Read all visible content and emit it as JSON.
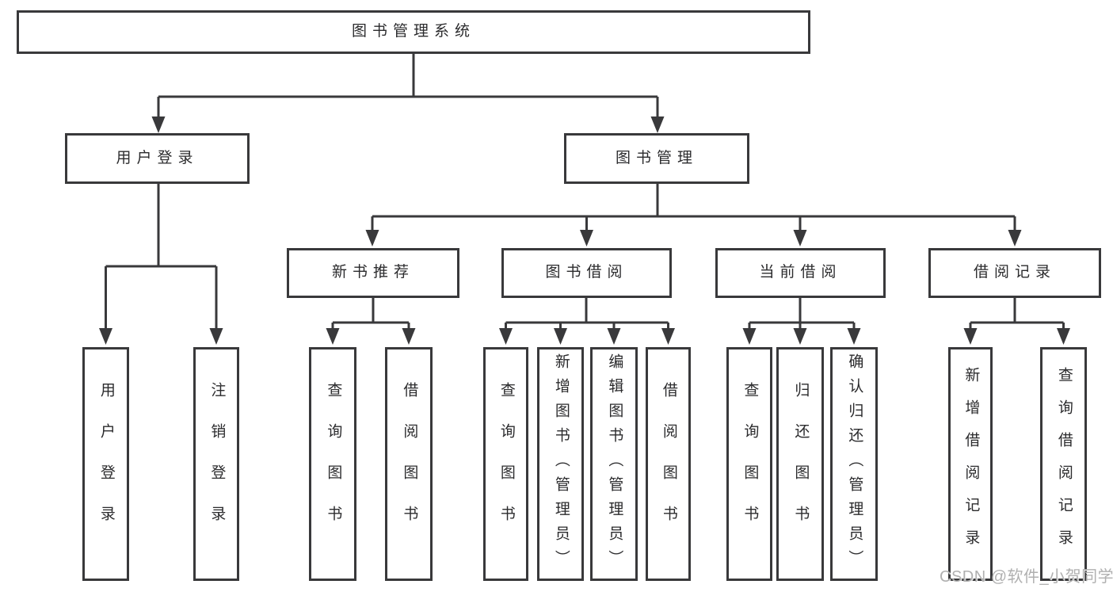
{
  "colors": {
    "line": "#39393b",
    "text": "#2b2b2d",
    "watermark": "#b0b0b0",
    "background": "#ffffff"
  },
  "diagram": {
    "title": "图书管理系统",
    "groups": [
      {
        "label": "用户登录",
        "children": [
          "用户登录",
          "注销登录"
        ]
      },
      {
        "label": "图书管理",
        "sections": [
          {
            "label": "新书推荐",
            "children": [
              "查询图书",
              "借阅图书"
            ]
          },
          {
            "label": "图书借阅",
            "children": [
              "查询图书",
              "新增图书（管理员）",
              "编辑图书（管理员）",
              "借阅图书"
            ]
          },
          {
            "label": "当前借阅",
            "children": [
              "查询图书",
              "归还图书",
              "确认归还（管理员）"
            ]
          },
          {
            "label": "借阅记录",
            "children": [
              "新增借阅记录",
              "查询借阅记录"
            ]
          }
        ]
      }
    ]
  },
  "watermark": {
    "text": "CSDN @软件_小贺同学"
  }
}
